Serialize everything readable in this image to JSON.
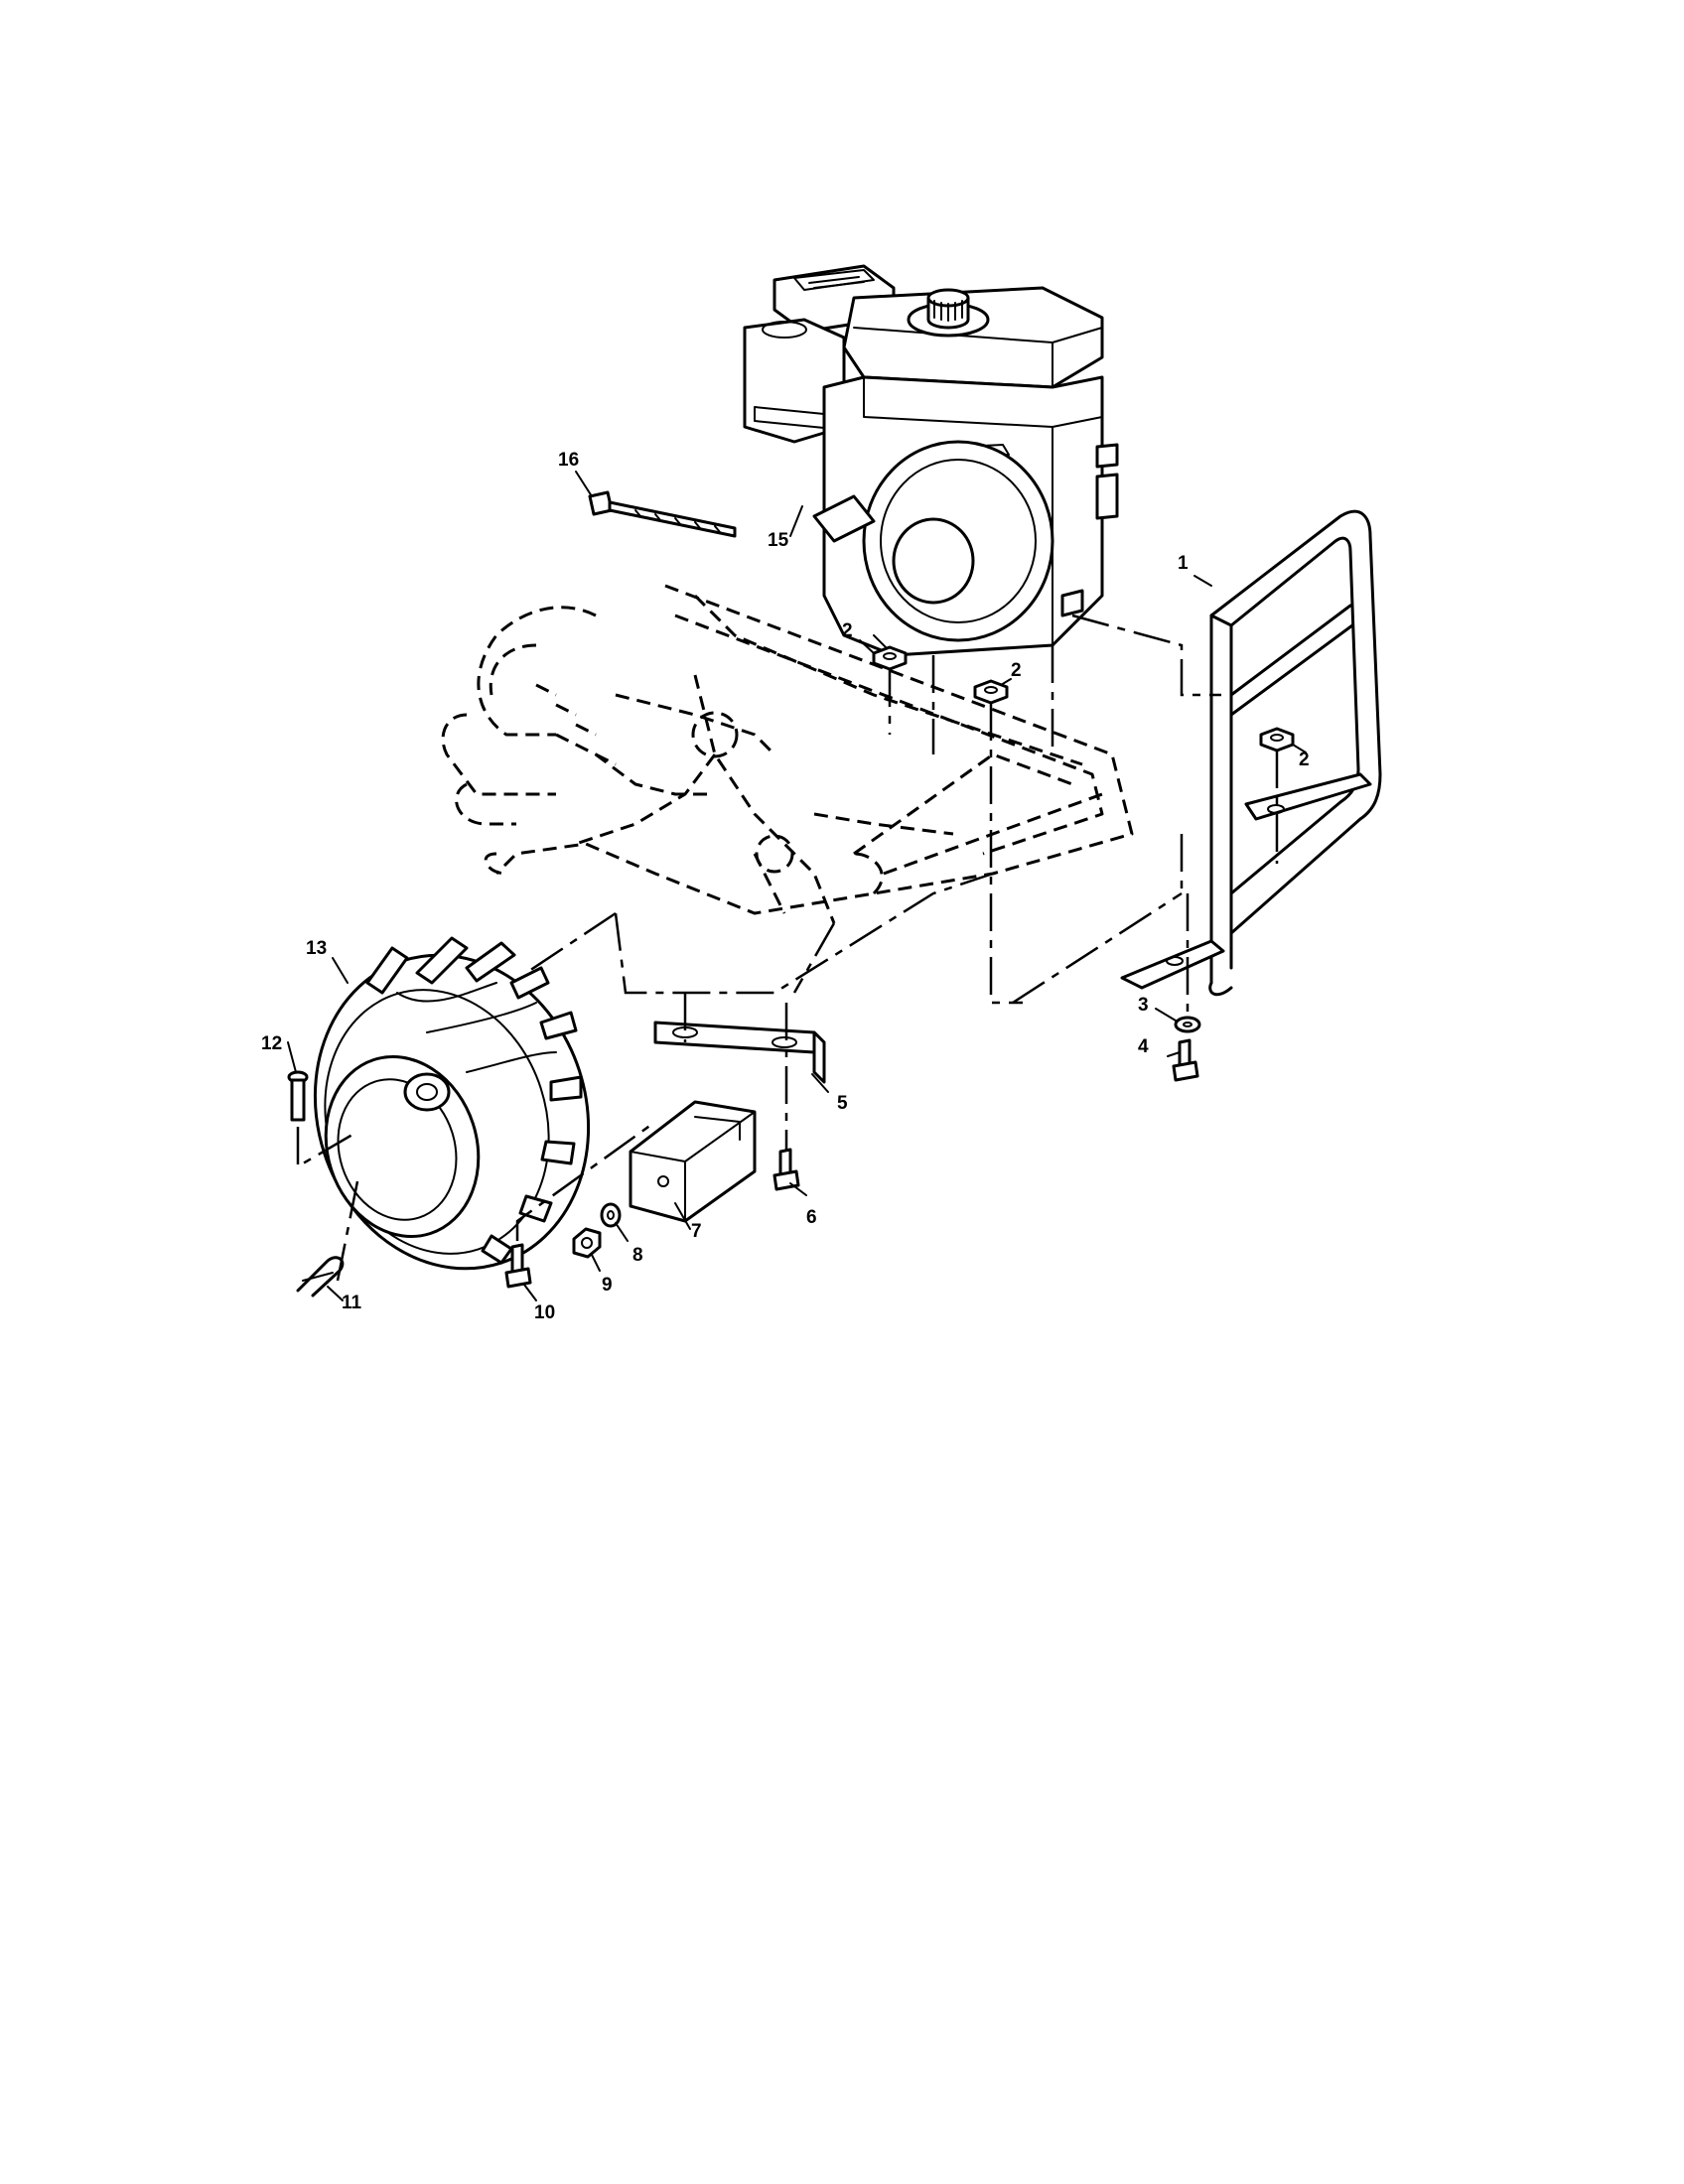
{
  "callouts": {
    "c1": "1",
    "c2a": "2",
    "c2b": "2",
    "c2c": "2",
    "c3": "3",
    "c4": "4",
    "c5": "5",
    "c6": "6",
    "c7": "7",
    "c8": "8",
    "c9": "9",
    "c10": "10",
    "c11": "11",
    "c12": "12",
    "c13": "13",
    "c15": "15",
    "c16": "16"
  }
}
